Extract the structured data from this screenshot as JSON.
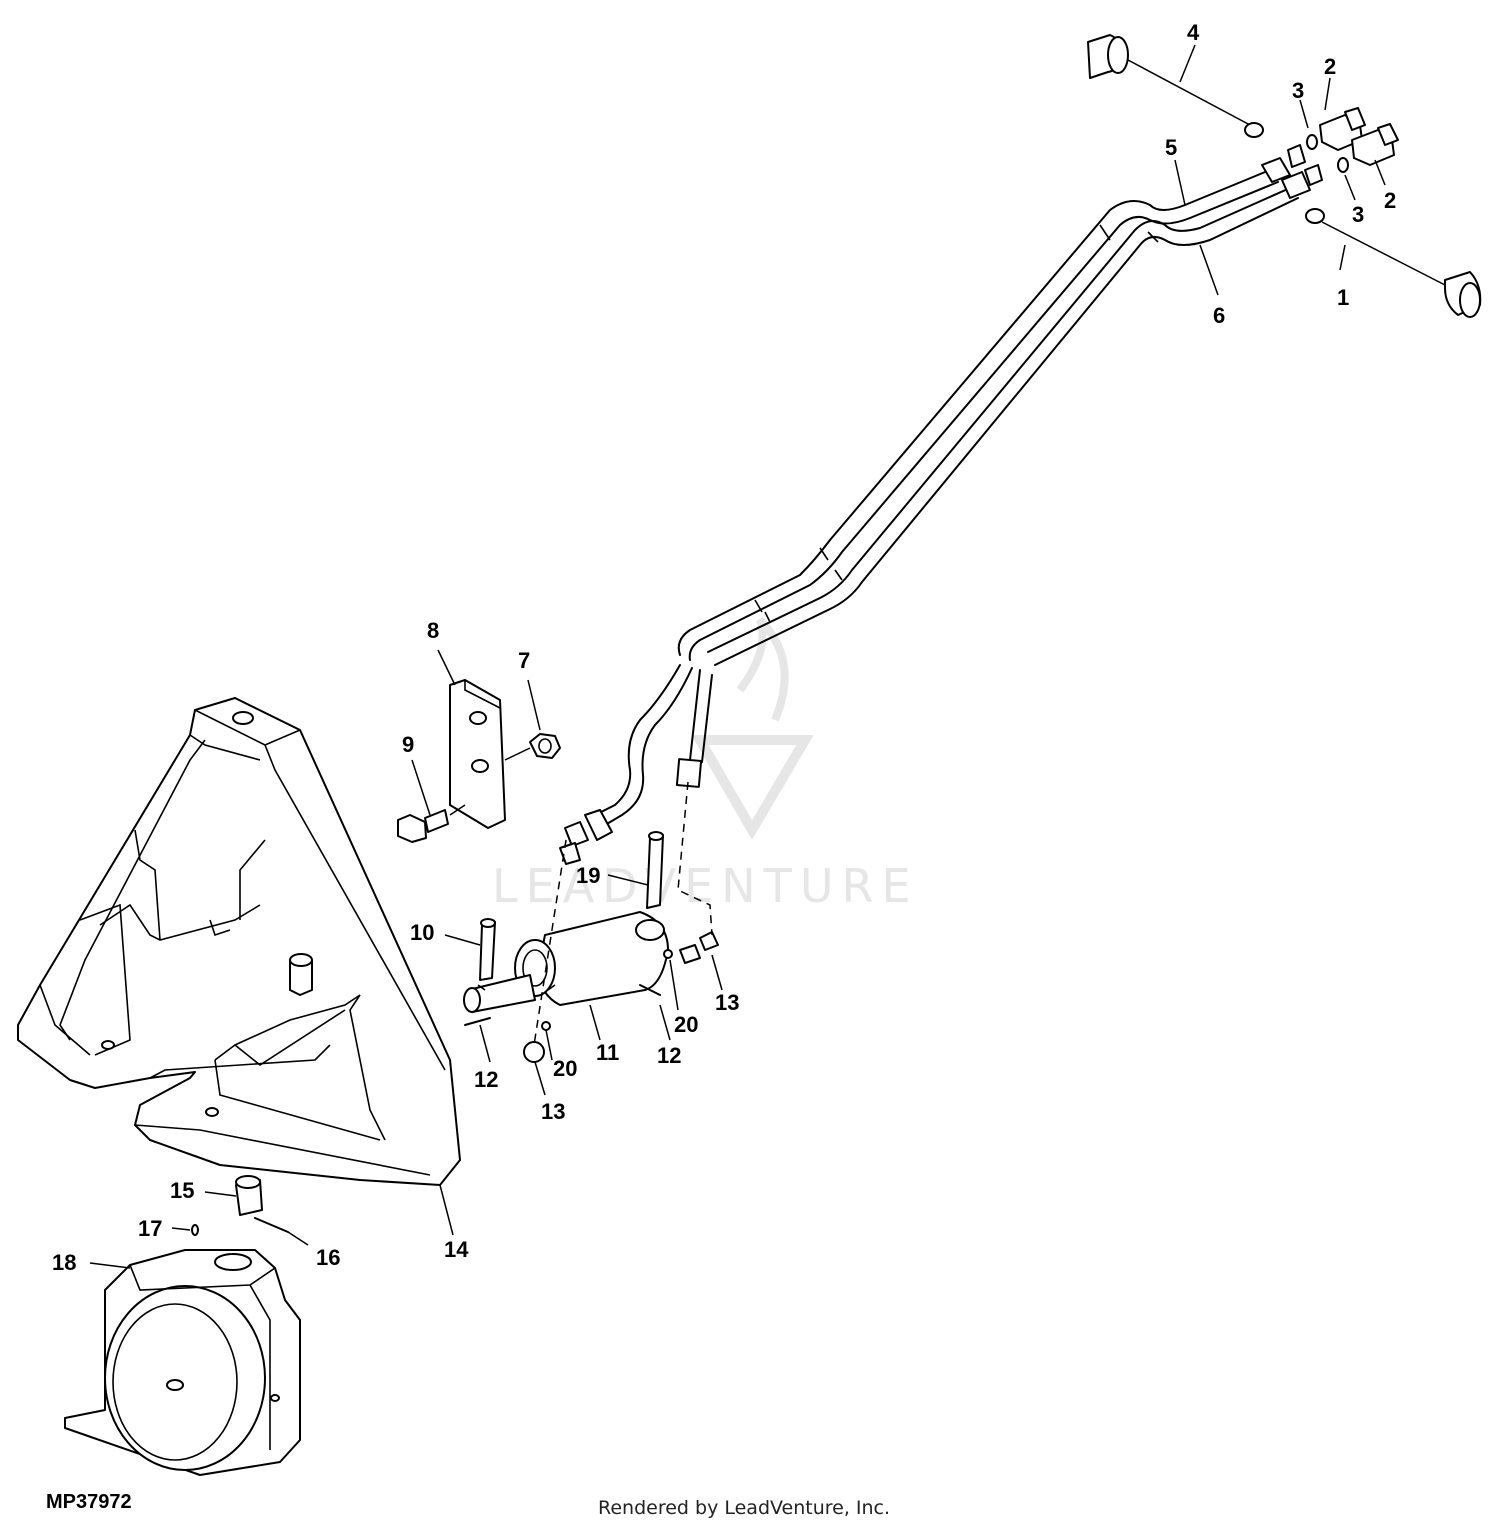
{
  "figure_id": "MP37972",
  "footer_text": "Rendered by LeadVenture, Inc.",
  "watermark_text": "LEADVENTURE",
  "callouts": {
    "c1": "1",
    "c2a": "2",
    "c2b": "2",
    "c3a": "3",
    "c3b": "3",
    "c4": "4",
    "c5": "5",
    "c6": "6",
    "c7": "7",
    "c8": "8",
    "c9": "9",
    "c10": "10",
    "c11": "11",
    "c12a": "12",
    "c12b": "12",
    "c13a": "13",
    "c13b": "13",
    "c14": "14",
    "c15": "15",
    "c16": "16",
    "c17": "17",
    "c18": "18",
    "c19": "19",
    "c20a": "20",
    "c20b": "20"
  }
}
